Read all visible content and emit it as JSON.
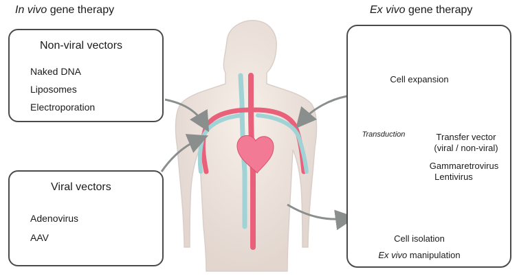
{
  "in_vivo": {
    "heading_italic": "In vivo",
    "heading_rest": " gene therapy",
    "non_viral": {
      "title": "Non-viral vectors",
      "items": [
        "Naked DNA",
        "Liposomes",
        "Electroporation"
      ]
    },
    "viral": {
      "title": "Viral vectors",
      "items": [
        "Adenovirus",
        "AAV"
      ]
    }
  },
  "ex_vivo": {
    "heading_italic": "Ex vivo",
    "heading_rest": " gene therapy",
    "cell_expansion": "Cell expansion",
    "transduction": "Transduction",
    "transfer_vector_line1": "Transfer vector",
    "transfer_vector_line2": "(viral / non-viral)",
    "virus_line1": "Gammaretrovirus",
    "virus_line2": "Lentivirus",
    "cell_isolation": "Cell isolation",
    "manipulation_italic": "Ex vivo",
    "manipulation_rest": " manipulation"
  },
  "colors": {
    "artery": "#e8607a",
    "vein": "#9fd3d6",
    "heart": "#f27a94",
    "cell_pink": "#e97aa3",
    "adenovirus": "#3d63c9",
    "vector_green": "#3c9a57",
    "panel_border": "#4a4a4a"
  }
}
